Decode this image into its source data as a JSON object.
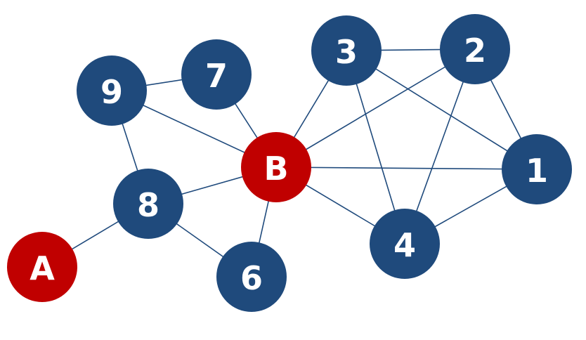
{
  "colors": {
    "edge": "#1f4a7c",
    "node_blue": "#1f4a7c",
    "node_red": "#c00000",
    "label": "#ffffff"
  },
  "nodes": [
    {
      "id": "A",
      "label": "A",
      "color": "#c00000"
    },
    {
      "id": "B",
      "label": "B",
      "color": "#c00000"
    },
    {
      "id": "1",
      "label": "1",
      "color": "#1f4a7c"
    },
    {
      "id": "2",
      "label": "2",
      "color": "#1f4a7c"
    },
    {
      "id": "3",
      "label": "3",
      "color": "#1f4a7c"
    },
    {
      "id": "4",
      "label": "4",
      "color": "#1f4a7c"
    },
    {
      "id": "6",
      "label": "6",
      "color": "#1f4a7c"
    },
    {
      "id": "7",
      "label": "7",
      "color": "#1f4a7c"
    },
    {
      "id": "8",
      "label": "8",
      "color": "#1f4a7c"
    },
    {
      "id": "9",
      "label": "9",
      "color": "#1f4a7c"
    }
  ],
  "edges": [
    [
      "A",
      "8"
    ],
    [
      "8",
      "9"
    ],
    [
      "8",
      "B"
    ],
    [
      "8",
      "6"
    ],
    [
      "9",
      "7"
    ],
    [
      "9",
      "B"
    ],
    [
      "7",
      "B"
    ],
    [
      "6",
      "B"
    ],
    [
      "B",
      "3"
    ],
    [
      "B",
      "2"
    ],
    [
      "B",
      "1"
    ],
    [
      "B",
      "4"
    ],
    [
      "3",
      "2"
    ],
    [
      "3",
      "1"
    ],
    [
      "3",
      "4"
    ],
    [
      "2",
      "1"
    ],
    [
      "2",
      "4"
    ],
    [
      "1",
      "4"
    ]
  ]
}
